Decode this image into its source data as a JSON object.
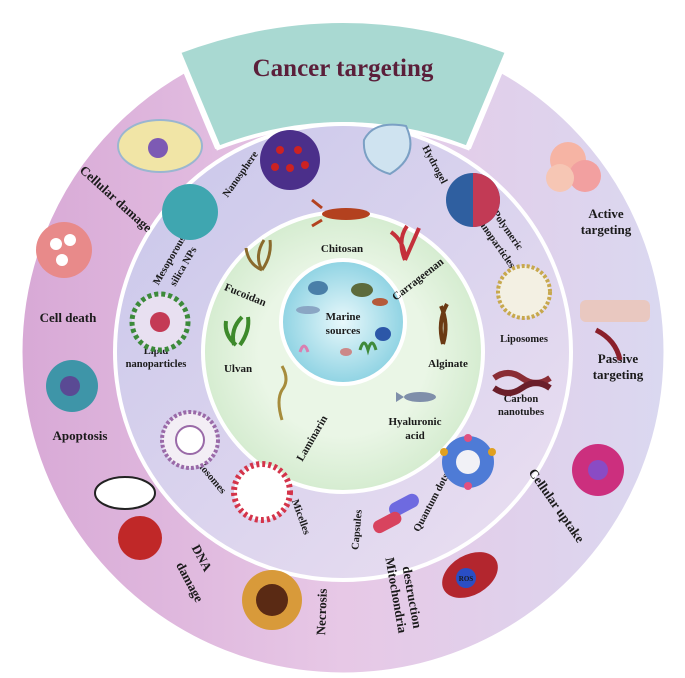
{
  "title": "Cancer targeting",
  "center_label_line1": "Marine",
  "center_label_line2": "sources",
  "marine_sources": [
    "Chitosan",
    "Carrageenan",
    "Alginate",
    "Hyaluronic",
    "acid",
    "Laminarin",
    "Ulvan",
    "Fucoidan"
  ],
  "nanocarriers": {
    "nanosphere": "Nanosphere",
    "hydrogel": "Hydrogel",
    "polymeric_1": "Polymeric",
    "polymeric_2": "nanoparticles",
    "liposomes": "Liposomes",
    "carbon_1": "Carbon",
    "carbon_2": "nanotubes",
    "quantum": "Quantum dots",
    "capsules": "Capsules",
    "micelles": "Micelles",
    "niosomes": "Niosomes",
    "lipid_1": "Lipid",
    "lipid_2": "nanoparticles",
    "meso_1": "Mesoporous",
    "meso_2": "silica NPs"
  },
  "effects": {
    "active_1": "Active",
    "active_2": "targeting",
    "passive_1": "Passive",
    "passive_2": "targeting",
    "uptake": "Cellular uptake",
    "mito_1": "Mitochondria",
    "mito_2": "destruction",
    "ros": "ROS",
    "necrosis": "Necrosis",
    "dna_1": "DNA",
    "dna_2": "damage",
    "apoptosis": "Apoptosis",
    "cell_death": "Cell death",
    "cellular_damage": "Cellular damage"
  },
  "colors": {
    "outer_ring_left": "#e3bfe0",
    "outer_ring_right": "#ddd6ee",
    "title_banner": "#a8d8d0",
    "middle_ring": "#e9e5f3",
    "inner_ring": "#dff0dc",
    "center": "#bfe6ee"
  }
}
